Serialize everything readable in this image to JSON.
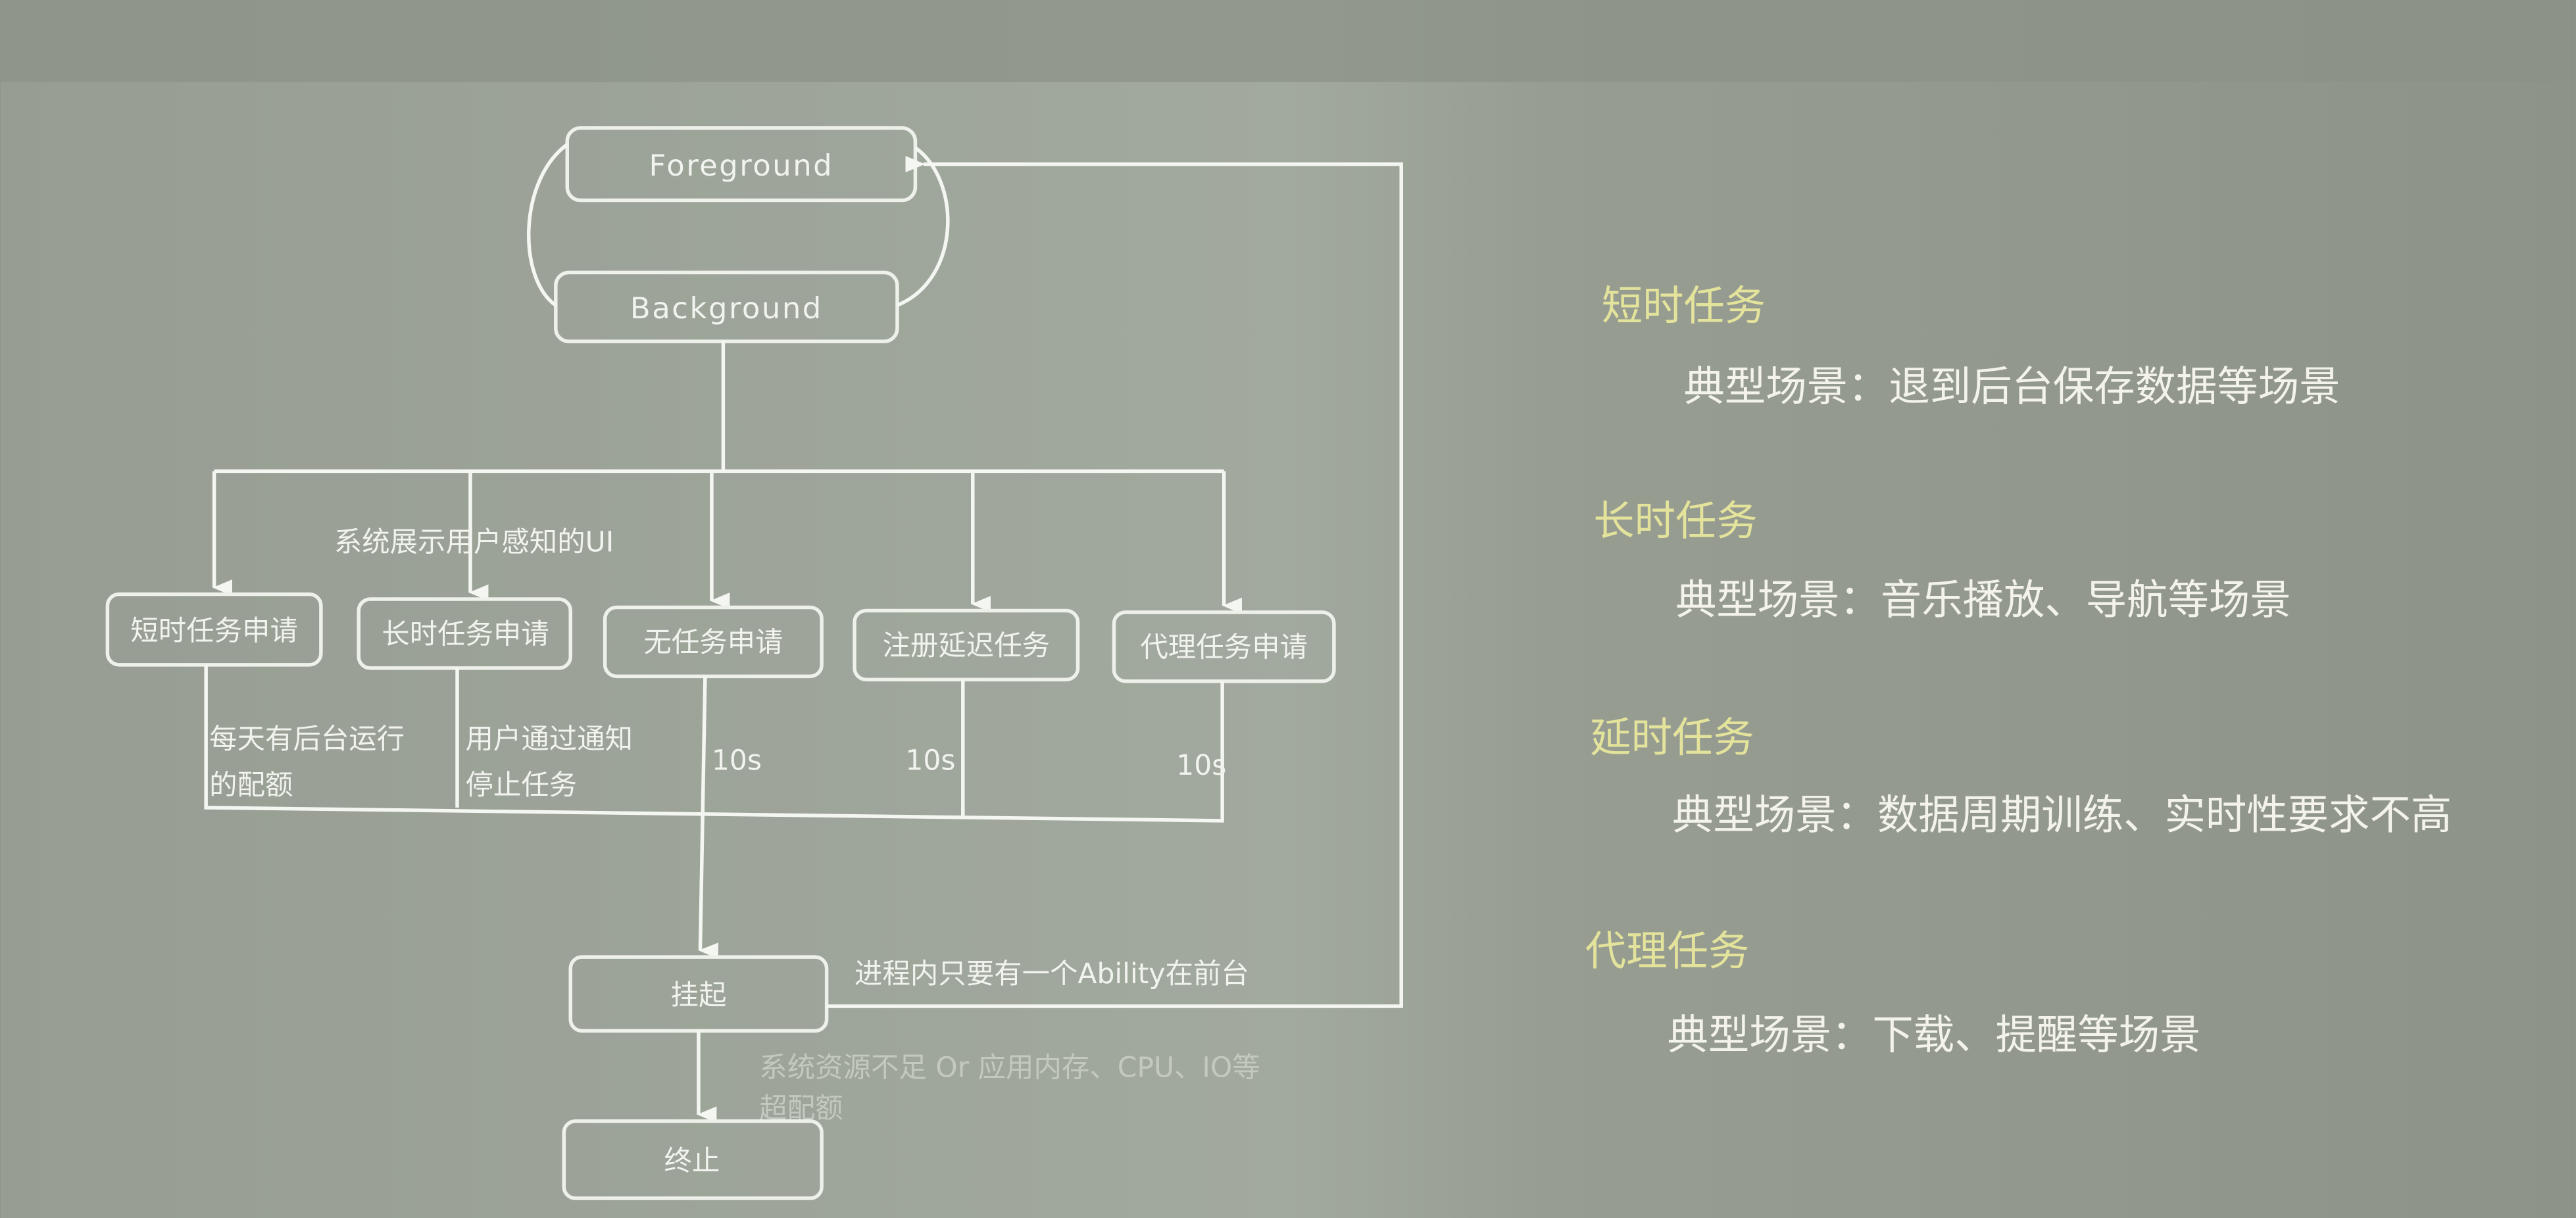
{
  "diagram": {
    "states": {
      "foreground": "Foreground",
      "background": "Background",
      "suspend": "挂起",
      "terminate": "终止"
    },
    "ui_label": "系统展示用户感知的UI",
    "tasks": [
      {
        "label": "短时任务申请",
        "note_line1": "每天有后台运行",
        "note_line2": "的配额"
      },
      {
        "label": "长时任务申请",
        "note_line1": "用户通过通知",
        "note_line2": "停止任务"
      },
      {
        "label": "无任务申请",
        "note_line1": "10s"
      },
      {
        "label": "注册延迟任务",
        "note_line1": "10s"
      },
      {
        "label": "代理任务申请",
        "note_line1": "10s"
      }
    ],
    "return_label": "进程内只要有一个Ability在前台",
    "kill_label_line1": "系统资源不足 Or 应用内存、CPU、IO等",
    "kill_label_line2": "超配额"
  },
  "side": [
    {
      "title": "短时任务",
      "desc": "典型场景：退到后台保存数据等场景"
    },
    {
      "title": "长时任务",
      "desc": "典型场景：音乐播放、导航等场景"
    },
    {
      "title": "延时任务",
      "desc": "典型场景：数据周期训练、实时性要求不高"
    },
    {
      "title": "代理任务",
      "desc": "典型场景：下载、提醒等场景"
    }
  ]
}
